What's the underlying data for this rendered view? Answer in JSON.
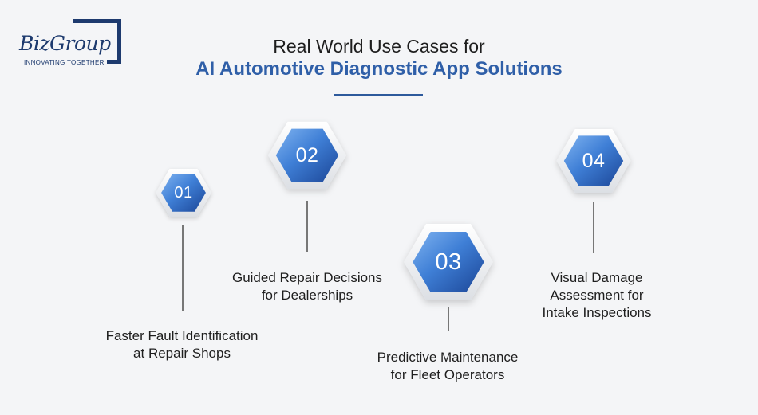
{
  "logo": {
    "name": "BizGroup",
    "tagline": "INNOVATING TOGETHER"
  },
  "title": {
    "line1": "Real World Use Cases for",
    "line2": "AI Automotive Diagnostic App Solutions"
  },
  "colors": {
    "accent": "#2f5fa8",
    "hex_dark": "#1f4fa0",
    "hex_light": "#6fa6ea",
    "text": "#1e1e1e"
  },
  "steps": [
    {
      "number": "01",
      "label_lines": [
        "Faster Fault Identification",
        "at Repair Shops"
      ]
    },
    {
      "number": "02",
      "label_lines": [
        "Guided Repair Decisions",
        "for Dealerships"
      ]
    },
    {
      "number": "03",
      "label_lines": [
        "Predictive Maintenance",
        "for Fleet Operators"
      ]
    },
    {
      "number": "04",
      "label_lines": [
        "Visual Damage",
        "Assessment for",
        "Intake Inspections"
      ]
    }
  ]
}
